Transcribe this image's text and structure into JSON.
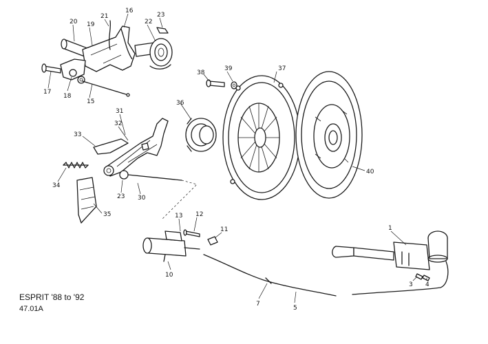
{
  "caption": {
    "model": "ESPRIT '88 to '92",
    "figure_code": "47.01A"
  },
  "callouts": {
    "c1": "1",
    "c3": "3",
    "c4": "4",
    "c5": "5",
    "c7": "7",
    "c10": "10",
    "c11": "11",
    "c12": "12",
    "c13": "13",
    "c15": "15",
    "c16": "16",
    "c17": "17",
    "c18": "18",
    "c19": "19",
    "c20": "20",
    "c21": "21",
    "c22": "22",
    "c23a": "23",
    "c23b": "23",
    "c30": "30",
    "c31": "31",
    "c32": "32",
    "c33": "33",
    "c34": "34",
    "c35": "35",
    "c36": "36",
    "c37": "37",
    "c38": "38",
    "c39": "39",
    "c40": "40"
  }
}
